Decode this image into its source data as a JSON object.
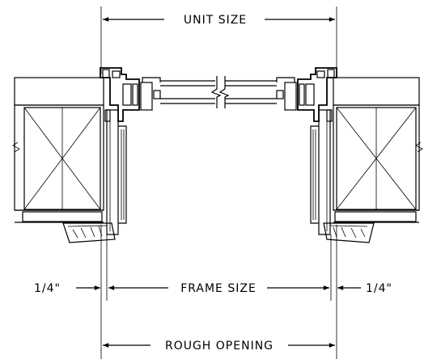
{
  "dimensions": {
    "unit_size": "UNIT SIZE",
    "frame_size": "FRAME SIZE",
    "rough_opening": "ROUGH OPENING",
    "left_clearance": "1/4\"",
    "right_clearance": "1/4\""
  }
}
